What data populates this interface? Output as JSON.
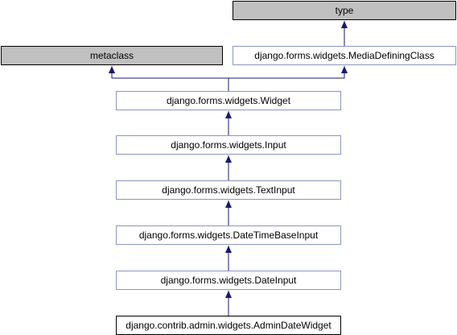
{
  "diagram": {
    "edge_color": "#191970",
    "nodes": {
      "type": "type",
      "metaclass": "metaclass",
      "media_defining_class": "django.forms.widgets.MediaDefiningClass",
      "widget": "django.forms.widgets.Widget",
      "input": "django.forms.widgets.Input",
      "text_input": "django.forms.widgets.TextInput",
      "date_time_base_input": "django.forms.widgets.DateTimeBaseInput",
      "date_input": "django.forms.widgets.DateInput",
      "admin_date_widget": "django.contrib.admin.widgets.AdminDateWidget"
    },
    "edges": [
      [
        "media_defining_class",
        "type"
      ],
      [
        "widget",
        "metaclass"
      ],
      [
        "widget",
        "media_defining_class"
      ],
      [
        "input",
        "widget"
      ],
      [
        "text_input",
        "input"
      ],
      [
        "date_time_base_input",
        "text_input"
      ],
      [
        "date_input",
        "date_time_base_input"
      ],
      [
        "admin_date_widget",
        "date_input"
      ]
    ]
  }
}
